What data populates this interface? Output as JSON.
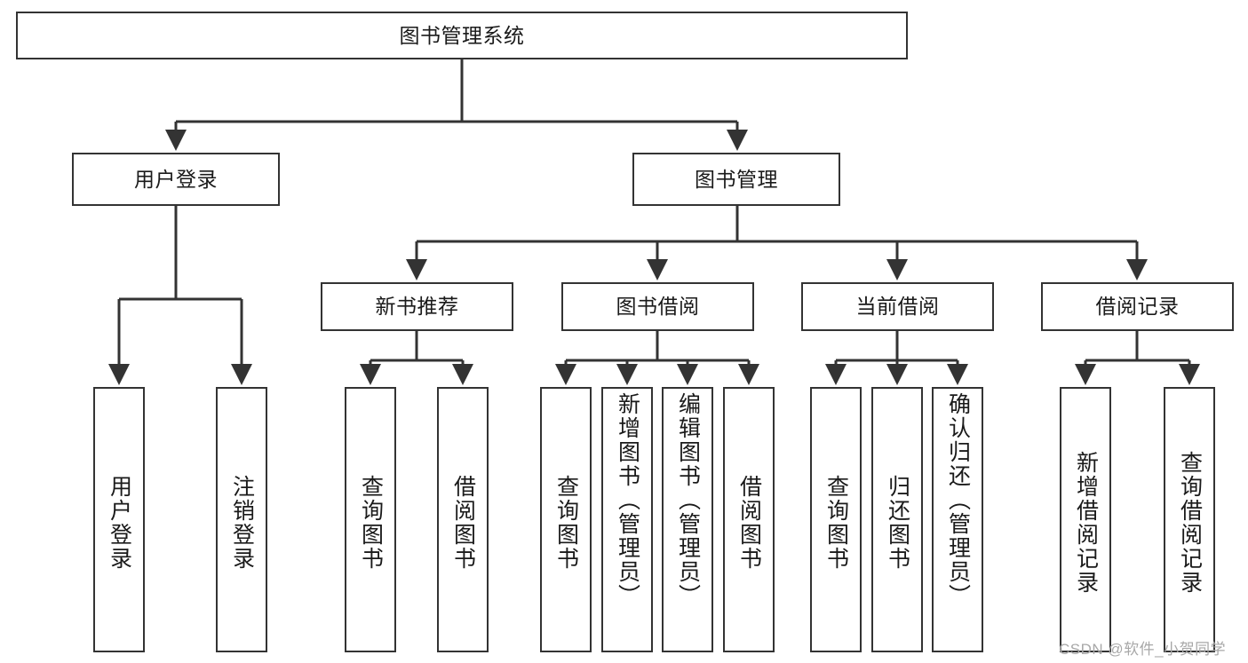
{
  "diagram": {
    "type": "tree",
    "title": "图书管理系统",
    "theme": {
      "box_border": "#333333",
      "box_fill": "#ffffff",
      "line": "#333333",
      "text": "#1a1a1a",
      "background": "#ffffff",
      "watermark": "#a8a8a8"
    },
    "nodes": {
      "root": {
        "label": "图书管理系统"
      },
      "level1": [
        {
          "id": "user-login",
          "label": "用户登录"
        },
        {
          "id": "book-manage",
          "label": "图书管理"
        }
      ],
      "level2": [
        {
          "id": "new-book-recommend",
          "label": "新书推荐"
        },
        {
          "id": "book-borrow",
          "label": "图书借阅"
        },
        {
          "id": "current-borrow",
          "label": "当前借阅"
        },
        {
          "id": "borrow-record",
          "label": "借阅记录"
        }
      ],
      "leaves": {
        "user_login": [
          {
            "id": "leaf-user-login",
            "label": "用户登录"
          },
          {
            "id": "leaf-logout",
            "label": "注销登录"
          }
        ],
        "new_book_recommend": [
          {
            "id": "leaf-query-book-1",
            "label": "查询图书"
          },
          {
            "id": "leaf-borrow-book-1",
            "label": "借阅图书"
          }
        ],
        "book_borrow": [
          {
            "id": "leaf-query-book-2",
            "label": "查询图书"
          },
          {
            "id": "leaf-add-book",
            "label": "新增图书（管理员）"
          },
          {
            "id": "leaf-edit-book",
            "label": "编辑图书（管理员）"
          },
          {
            "id": "leaf-borrow-book-2",
            "label": "借阅图书"
          }
        ],
        "current_borrow": [
          {
            "id": "leaf-query-book-3",
            "label": "查询图书"
          },
          {
            "id": "leaf-return-book",
            "label": "归还图书"
          },
          {
            "id": "leaf-confirm-return",
            "label": "确认归还（管理员）"
          }
        ],
        "borrow_record": [
          {
            "id": "leaf-add-record",
            "label": "新增借阅记录"
          },
          {
            "id": "leaf-query-record",
            "label": "查询借阅记录"
          }
        ]
      }
    },
    "watermark": "CSDN @软件_小贺同学"
  }
}
